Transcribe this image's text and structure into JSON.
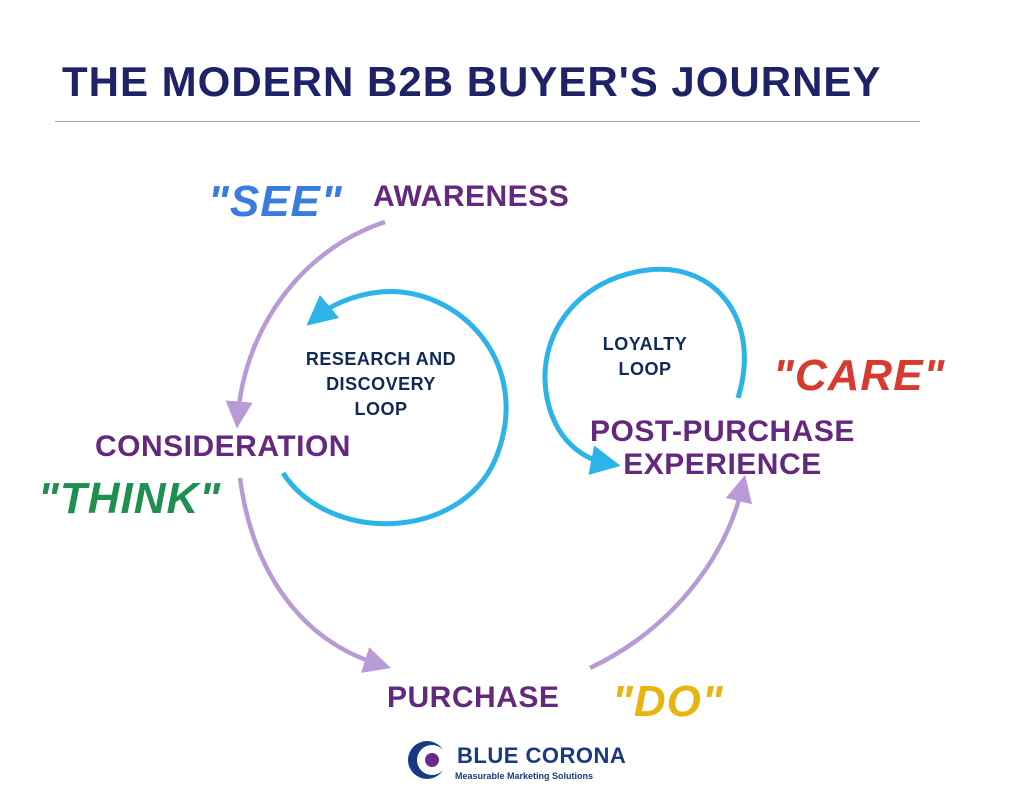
{
  "title": "THE MODERN B2B BUYER'S JOURNEY",
  "stages": {
    "awareness": "AWARENESS",
    "consideration": "CONSIDERATION",
    "purchase": "PURCHASE",
    "post_purchase_line1": "POST-PURCHASE",
    "post_purchase_line2": "EXPERIENCE"
  },
  "loops": {
    "research_line1": "RESEARCH AND",
    "research_line2": "DISCOVERY",
    "research_line3": "LOOP",
    "loyalty_line1": "LOYALTY",
    "loyalty_line2": "LOOP"
  },
  "quotes": {
    "see": "\"SEE\"",
    "think": "\"THINK\"",
    "do": "\"DO\"",
    "care": "\"CARE\""
  },
  "colors": {
    "title": "#1d2366",
    "stage": "#64287f",
    "see": "#3a7be0",
    "think": "#1e8f4e",
    "do": "#e8b40e",
    "care": "#d83a32",
    "journey_arrow": "#b89ad6",
    "loop_arrow": "#2cb3e8"
  },
  "logo": {
    "name": "BLUE CORONA",
    "tagline": "Measurable Marketing Solutions"
  }
}
